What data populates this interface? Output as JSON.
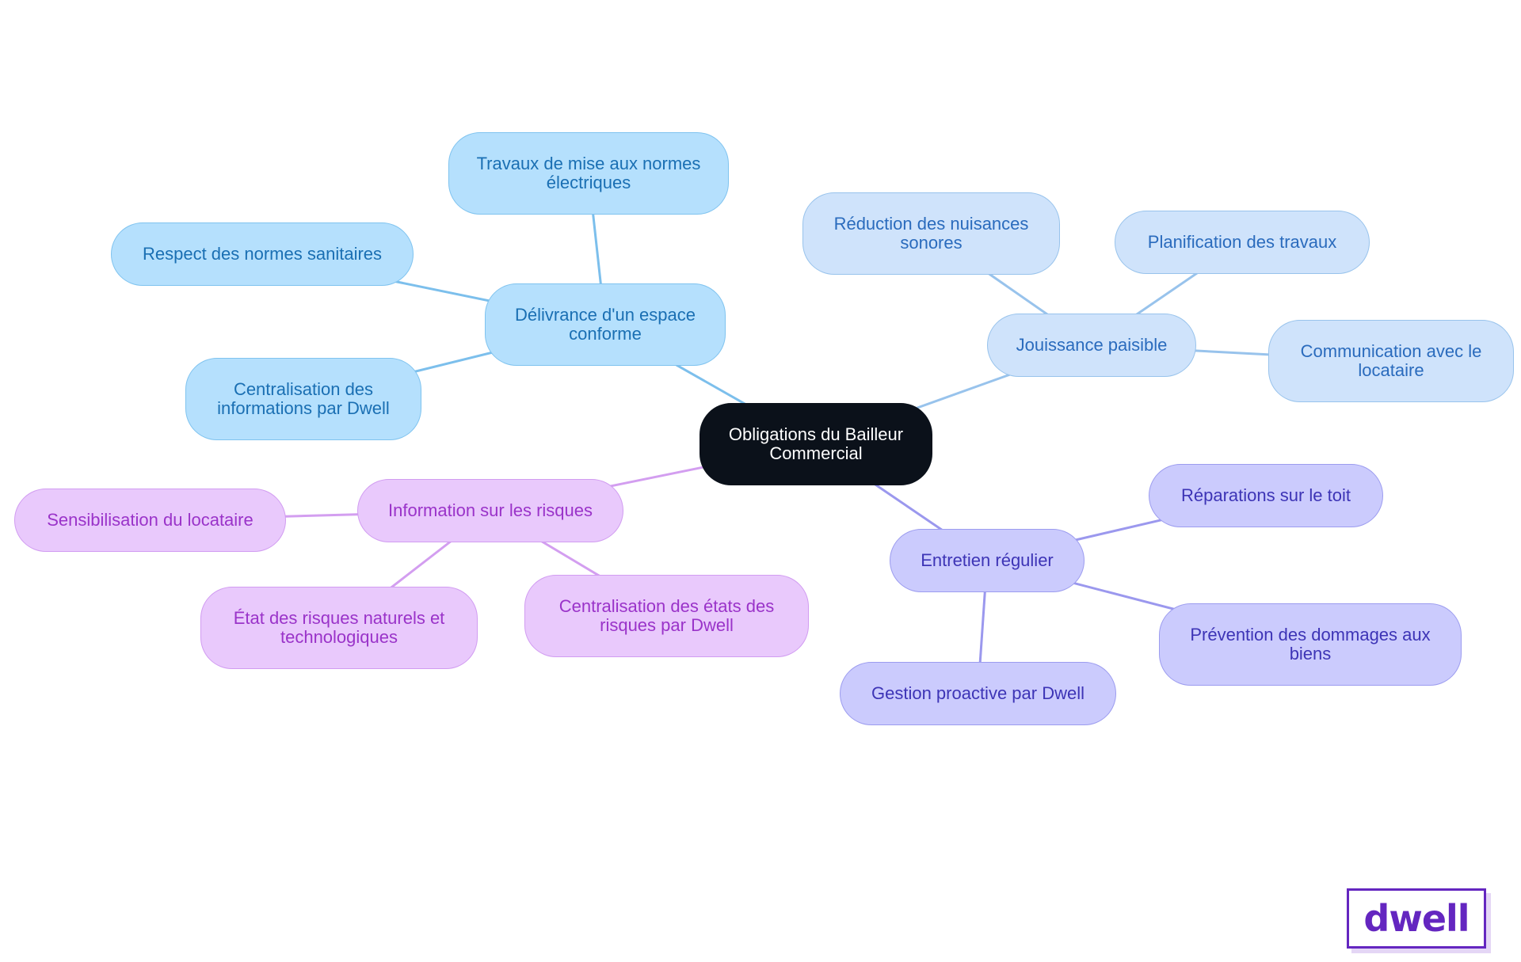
{
  "logo": {
    "text": "dwell"
  },
  "colors": {
    "root": "#0b111a",
    "branch_sky": "#b5e0fd",
    "branch_pale": "#cfe3fb",
    "branch_violet": "#cbcbfd",
    "branch_lilac": "#e9c9fc",
    "logo": "#6426c0"
  },
  "mindmap": {
    "root": {
      "id": "root",
      "lines": [
        "Obligations du Bailleur",
        "Commercial"
      ]
    },
    "branches": [
      {
        "id": "espace",
        "theme": "sky",
        "lines": [
          "Délivrance d'un espace",
          "conforme"
        ],
        "children": [
          {
            "id": "electrique",
            "lines": [
              "Travaux de mise aux normes",
              "électriques"
            ]
          },
          {
            "id": "sanitaires",
            "lines": [
              "Respect des normes sanitaires"
            ]
          },
          {
            "id": "central_info",
            "lines": [
              "Centralisation des",
              "informations par Dwell"
            ]
          }
        ]
      },
      {
        "id": "jouissance",
        "theme": "pale",
        "lines": [
          "Jouissance paisible"
        ],
        "children": [
          {
            "id": "nuisances",
            "lines": [
              "Réduction des nuisances",
              "sonores"
            ]
          },
          {
            "id": "planif",
            "lines": [
              "Planification des travaux"
            ]
          },
          {
            "id": "communication",
            "lines": [
              "Communication avec le",
              "locataire"
            ]
          }
        ]
      },
      {
        "id": "entretien",
        "theme": "violet",
        "lines": [
          "Entretien régulier"
        ],
        "children": [
          {
            "id": "toit",
            "lines": [
              "Réparations sur le toit"
            ]
          },
          {
            "id": "prevention",
            "lines": [
              "Prévention des dommages aux",
              "biens"
            ]
          },
          {
            "id": "gestion",
            "lines": [
              "Gestion proactive par Dwell"
            ]
          }
        ]
      },
      {
        "id": "risques",
        "theme": "lilac",
        "lines": [
          "Information sur les risques"
        ],
        "children": [
          {
            "id": "sensib",
            "lines": [
              "Sensibilisation du locataire"
            ]
          },
          {
            "id": "etat",
            "lines": [
              "État des risques naturels et",
              "technologiques"
            ]
          },
          {
            "id": "central_etats",
            "lines": [
              "Centralisation des états des",
              "risques par Dwell"
            ]
          }
        ]
      }
    ]
  }
}
